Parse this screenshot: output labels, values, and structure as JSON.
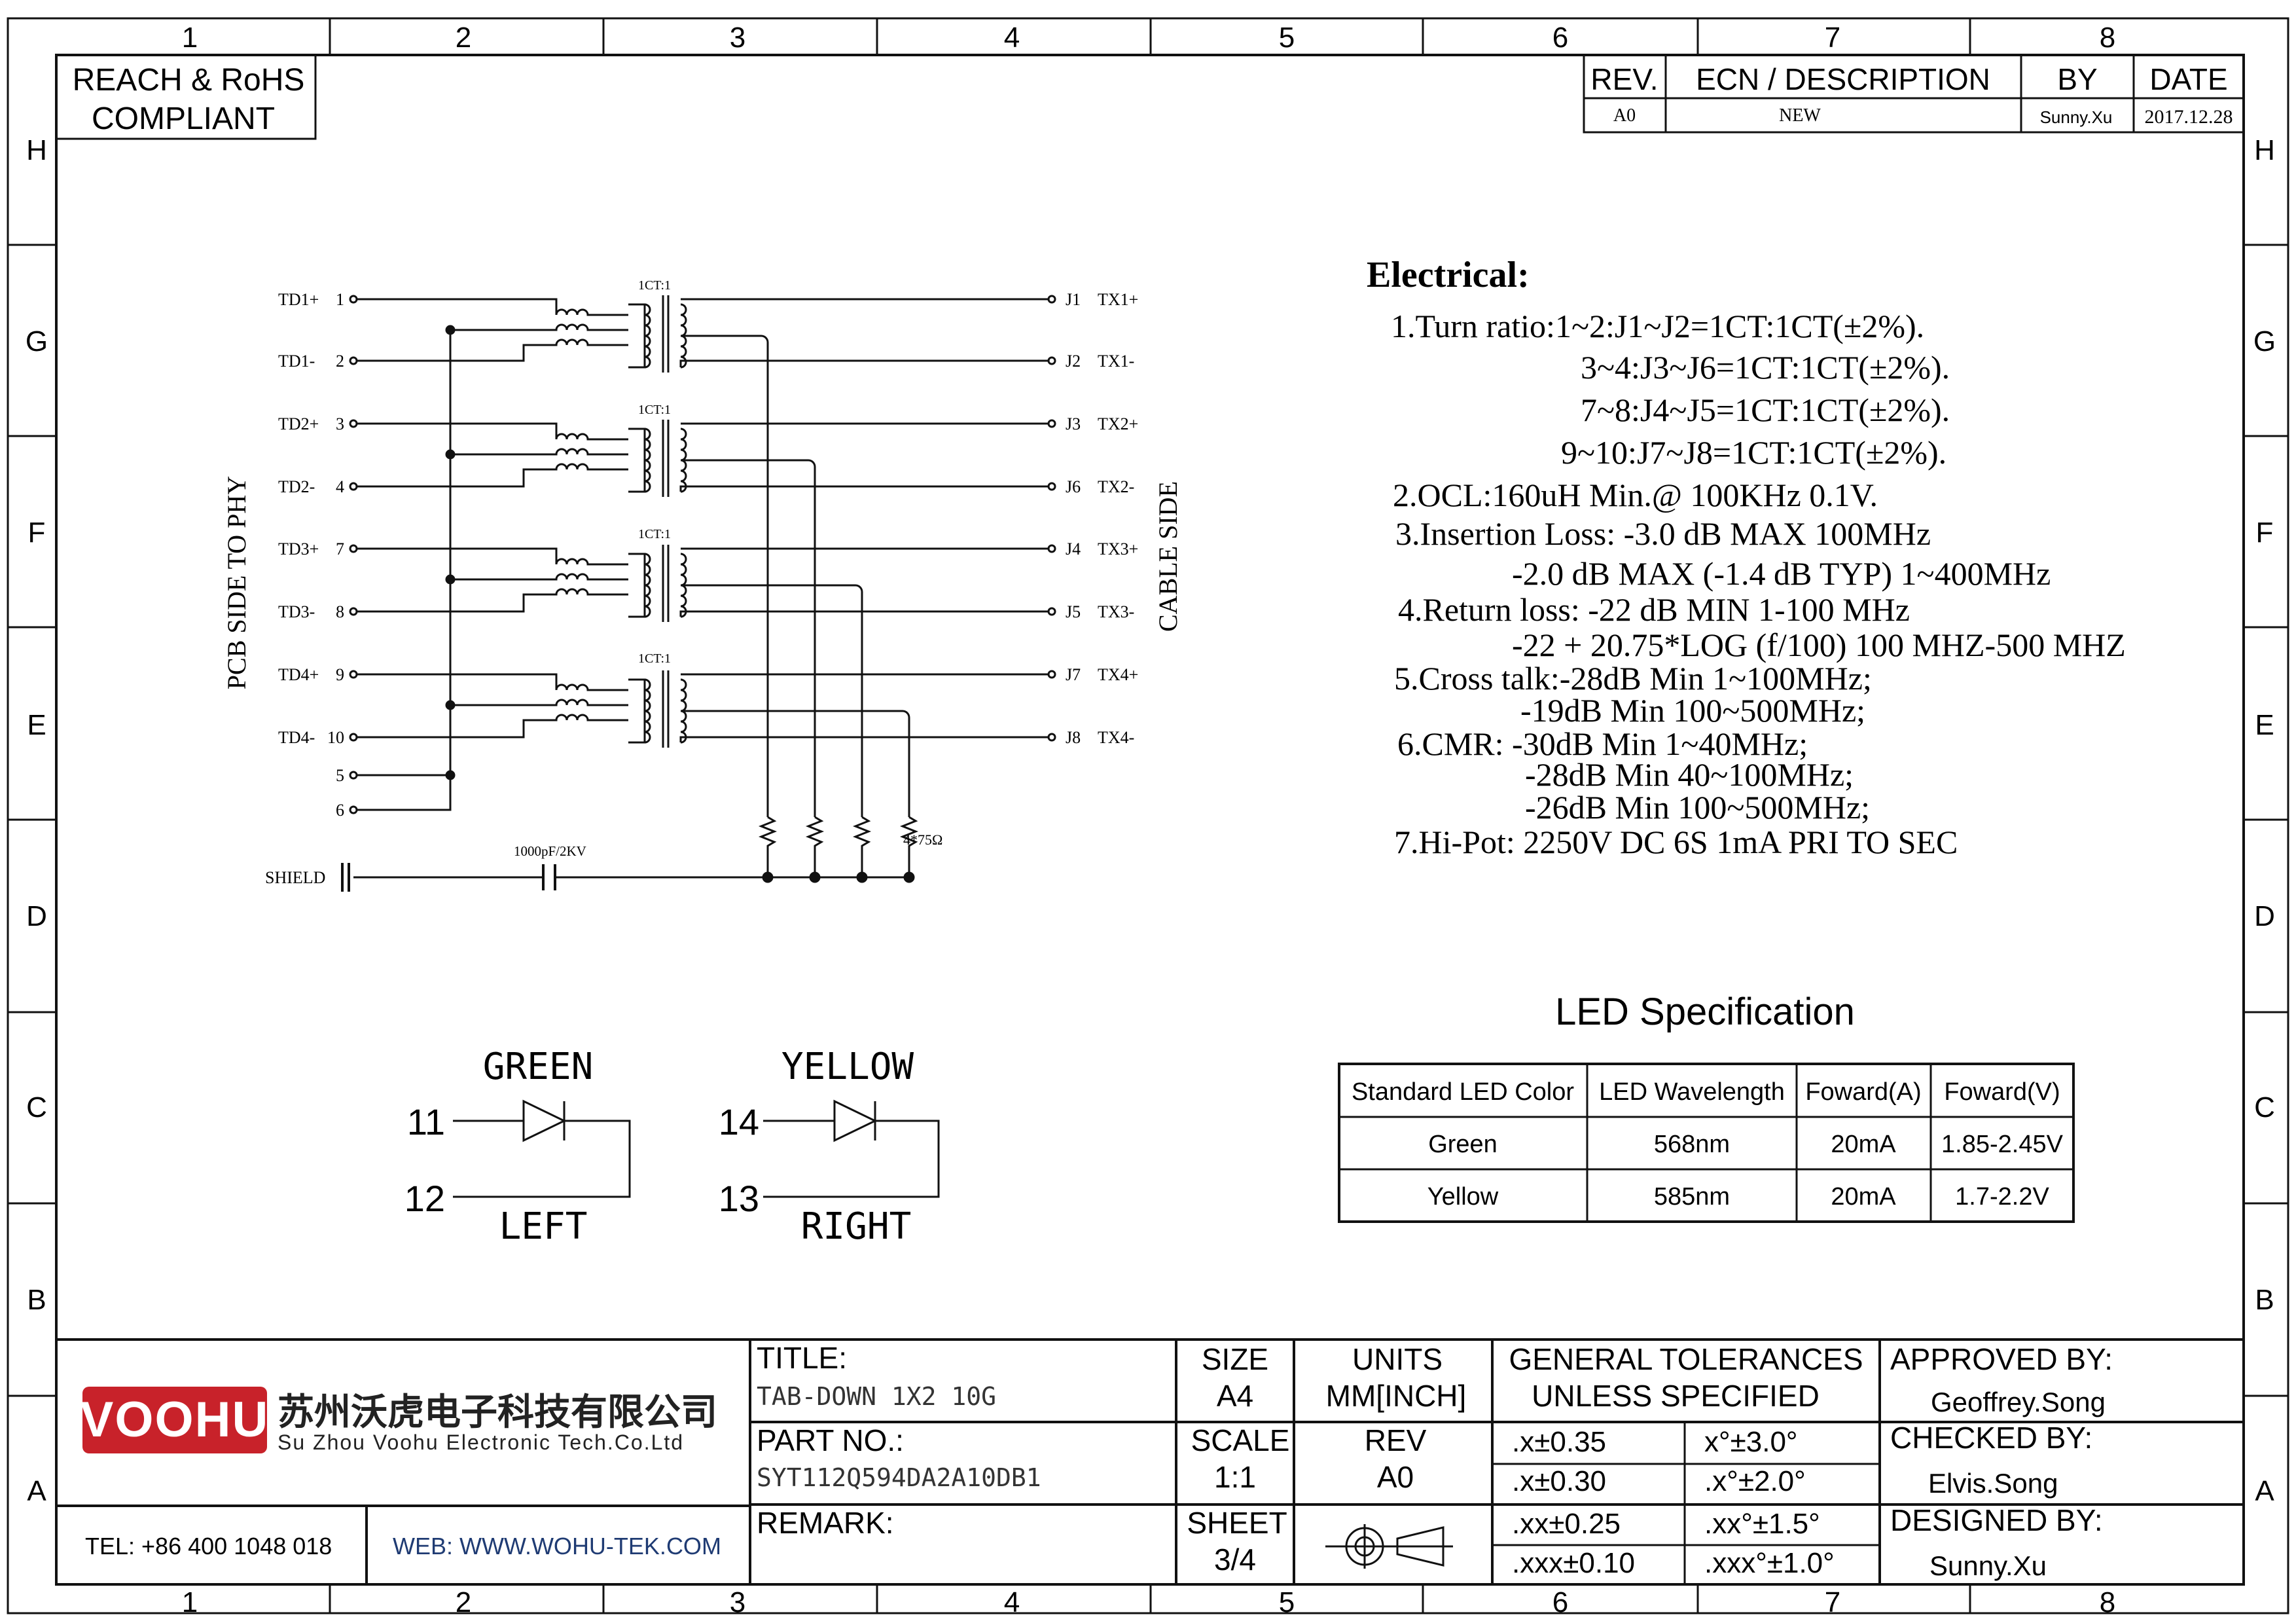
{
  "frame": {
    "columns": [
      "1",
      "2",
      "3",
      "4",
      "5",
      "6",
      "7",
      "8"
    ],
    "rows": [
      "H",
      "G",
      "F",
      "E",
      "D",
      "C",
      "B",
      "A"
    ]
  },
  "compliance": {
    "line1": "REACH & RoHS",
    "line2": "COMPLIANT"
  },
  "revision": {
    "headers": {
      "rev": "REV.",
      "ecn": "ECN / DESCRIPTION",
      "by": "BY",
      "date": "DATE"
    },
    "row": {
      "rev": "A0",
      "ecn": "NEW",
      "by": "Sunny.Xu",
      "date": "2017.12.28"
    }
  },
  "schematic": {
    "left_side_label": "PCB SIDE TO PHY",
    "right_side_label": "CABLE SIDE",
    "transformer_label": "1CT:1",
    "left_pins": [
      {
        "name": "TD1+",
        "num": "1"
      },
      {
        "name": "TD1-",
        "num": "2"
      },
      {
        "name": "TD2+",
        "num": "3"
      },
      {
        "name": "TD2-",
        "num": "4"
      },
      {
        "name": "TD3+",
        "num": "7"
      },
      {
        "name": "TD3-",
        "num": "8"
      },
      {
        "name": "TD4+",
        "num": "9"
      },
      {
        "name": "TD4-",
        "num": "10"
      }
    ],
    "right_pins": [
      {
        "j": "J1",
        "name": "TX1+"
      },
      {
        "j": "J2",
        "name": "TX1-"
      },
      {
        "j": "J3",
        "name": "TX2+"
      },
      {
        "j": "J6",
        "name": "TX2-"
      },
      {
        "j": "J4",
        "name": "TX3+"
      },
      {
        "j": "J5",
        "name": "TX3-"
      },
      {
        "j": "J7",
        "name": "TX4+"
      },
      {
        "j": "J8",
        "name": "TX4-"
      }
    ],
    "extra_pins": [
      "5",
      "6"
    ],
    "shield_label": "SHIELD",
    "capacitor_label": "1000pF/2KV",
    "resistor_label": "4*75Ω"
  },
  "electrical": {
    "title": "Electrical:",
    "lines": [
      "1.Turn ratio:1~2:J1~J2=1CT:1CT(±2%).",
      "3~4:J3~J6=1CT:1CT(±2%).",
      "7~8:J4~J5=1CT:1CT(±2%).",
      "9~10:J7~J8=1CT:1CT(±2%).",
      "2.OCL:160uH Min.@ 100KHz 0.1V.",
      "3.Insertion Loss: -3.0 dB MAX 100MHz",
      "-2.0 dB MAX (-1.4 dB TYP) 1~400MHz",
      "4.Return loss: -22 dB MIN 1-100 MHz",
      "-22 + 20.75*LOG (f/100) 100 MHZ-500 MHZ",
      "5.Cross talk:-28dB Min 1~100MHz;",
      "-19dB Min 100~500MHz;",
      "6.CMR: -30dB Min 1~40MHz;",
      "-28dB Min 40~100MHz;",
      "-26dB Min 100~500MHz;",
      "7.Hi-Pot: 2250V DC  6S 1mA PRI TO SEC"
    ]
  },
  "led_spec": {
    "title": "LED Specification",
    "headers": [
      "Standard LED Color",
      "LED Wavelength",
      "Foward(A)",
      "Foward(V)"
    ],
    "rows": [
      [
        "Green",
        "568nm",
        "20mA",
        "1.85-2.45V"
      ],
      [
        "Yellow",
        "585nm",
        "20mA",
        "1.7-2.2V"
      ]
    ]
  },
  "leds": [
    {
      "color": "GREEN",
      "pin_top": "11",
      "pin_bottom": "12",
      "side": "LEFT"
    },
    {
      "color": "YELLOW",
      "pin_top": "14",
      "pin_bottom": "13",
      "side": "RIGHT"
    }
  ],
  "title_block": {
    "logo_text": "VOOHU",
    "company_cn": "苏州沃虎电子科技有限公司",
    "company_en": "Su Zhou Voohu Electronic Tech.Co.Ltd",
    "tel": "TEL: +86 400 1048 018",
    "web": "WEB: WWW.WOHU-TEK.COM",
    "title_label": "TITLE:",
    "title_value": "TAB-DOWN 1X2 10G",
    "part_label": "PART NO.:",
    "part_value": "SYT112Q594DA2A10DB1",
    "remark_label": "REMARK:",
    "size_label": "SIZE",
    "size_value": "A4",
    "units_label": "UNITS",
    "units_value": "MM[INCH]",
    "scale_label": "SCALE",
    "scale_value": "1:1",
    "rev_label": "REV",
    "rev_value": "A0",
    "sheet_label": "SHEET",
    "sheet_value": "3/4",
    "tolerance_title1": "GENERAL TOLERANCES",
    "tolerance_title2": "UNLESS SPECIFIED",
    "tolerances": [
      [
        ".x±0.35",
        "x°±3.0°"
      ],
      [
        ".x±0.30",
        ".x°±2.0°"
      ],
      [
        ".xx±0.25",
        ".xx°±1.5°"
      ],
      [
        ".xxx±0.10",
        ".xxx°±1.0°"
      ]
    ],
    "approved_label": "APPROVED BY:",
    "approved_value": "Geoffrey.Song",
    "checked_label": "CHECKED BY:",
    "checked_value": "Elvis.Song",
    "designed_label": "DESIGNED BY:",
    "designed_value": "Sunny.Xu"
  }
}
